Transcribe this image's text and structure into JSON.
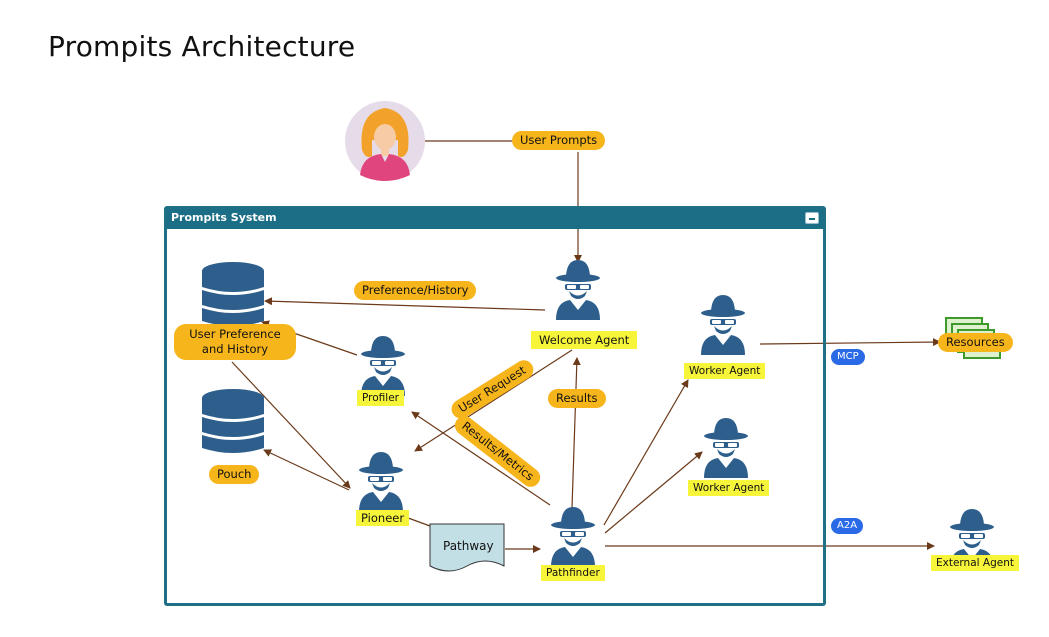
{
  "title": "Prompits Architecture",
  "system": {
    "label": "Prompits System"
  },
  "nodes": {
    "user_prompts": "User Prompts",
    "user_pref_db": "User Preference and History",
    "pouch": "Pouch",
    "welcome_agent": "Welcome Agent",
    "profiler": "Profiler",
    "pioneer": "Pioneer",
    "pathway": "Pathway",
    "pathfinder": "Pathfinder",
    "worker_agent_1": "Worker Agent",
    "worker_agent_2": "Worker Agent",
    "resources": "Resources",
    "external_agent": "External Agent"
  },
  "edge_labels": {
    "preference_history": "Preference/History",
    "user_request": "User Request",
    "results": "Results",
    "results_metrics": "Results/Metrics",
    "mcp": "MCP",
    "a2a": "A2A"
  },
  "icons": {
    "user": "user-avatar-icon",
    "database": "database-icon",
    "agent": "spy-agent-icon",
    "resources": "cash-stack-icon",
    "document": "document-icon"
  },
  "colors": {
    "pill": "#f7b51c",
    "tag": "#f7f53a",
    "agent": "#2e5f8c",
    "frame": "#1c6e86",
    "arrow": "#6b3a1a",
    "badge": "#2a6ae6"
  }
}
